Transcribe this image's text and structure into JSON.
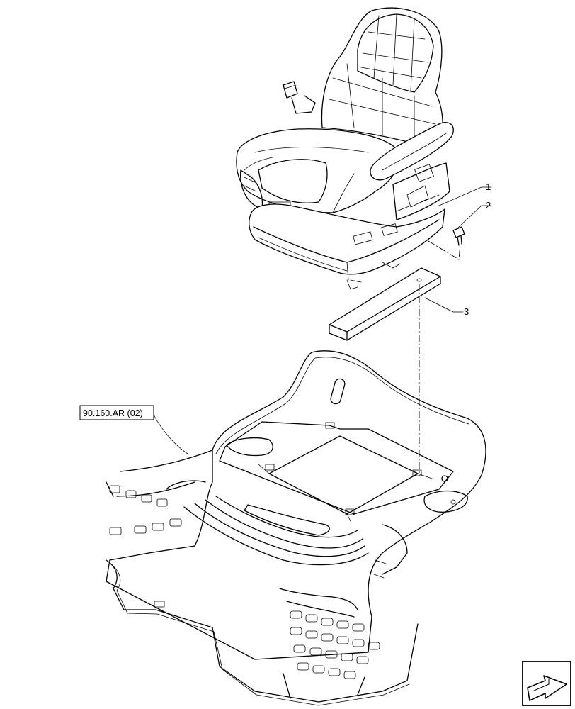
{
  "callouts": {
    "item_1": "1",
    "item_2": "2",
    "item_3": "3"
  },
  "reference_label": "90.160.AR (02)",
  "nav_icon": "arrow-page-icon"
}
